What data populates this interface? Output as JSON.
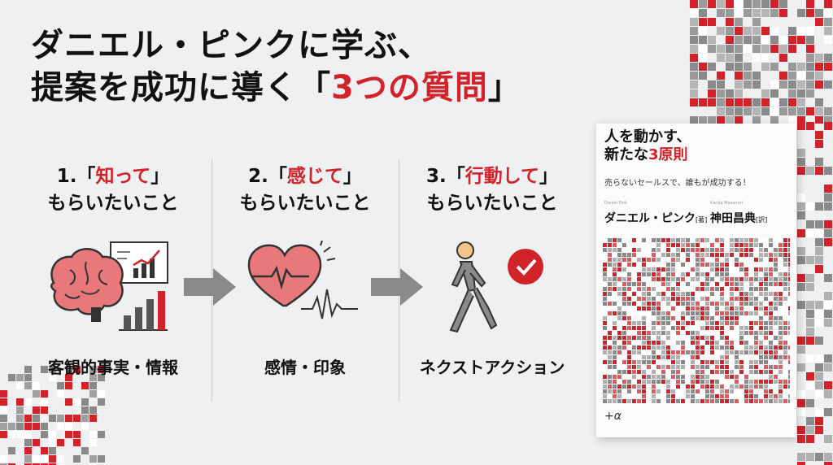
{
  "title": {
    "line1": "ダニエル・ピンクに学ぶ、",
    "line2_prefix": "提案を成功に導く",
    "bracket_open": "「",
    "line2_highlight": "3つの質問",
    "bracket_close": "」"
  },
  "columns": [
    {
      "num": "1.「",
      "highlight": "知って",
      "close": "」",
      "sub": "もらいたいこと",
      "caption": "客観的事実・情報",
      "icon": "brain-chart-icon"
    },
    {
      "num": "2.「",
      "highlight": "感じて",
      "close": "」",
      "sub": "もらいたいこと",
      "caption": "感情・印象",
      "icon": "heart-pulse-icon"
    },
    {
      "num": "3.「",
      "highlight": "行動して",
      "close": "」",
      "sub": "もらいたいこと",
      "caption": "ネクストアクション",
      "icon": "walking-person-check-icon"
    }
  ],
  "book": {
    "title_line1": "人を動かす、",
    "title_line2_prefix": "新たな",
    "title_line2_highlight": "3原則",
    "subtitle": "売らないセールスで、誰もが成功する！",
    "author_roman": "Daniel Pink",
    "translator_roman": "Kanda Masanori",
    "author": "ダニエル・ピンク",
    "author_role": "[著]",
    "translator": "神田昌典",
    "translator_role": "[訳]",
    "publisher_mark": "+α"
  },
  "colors": {
    "accent": "#d2232a",
    "gray": "#7a7a7a",
    "background": "#eef0f2"
  }
}
